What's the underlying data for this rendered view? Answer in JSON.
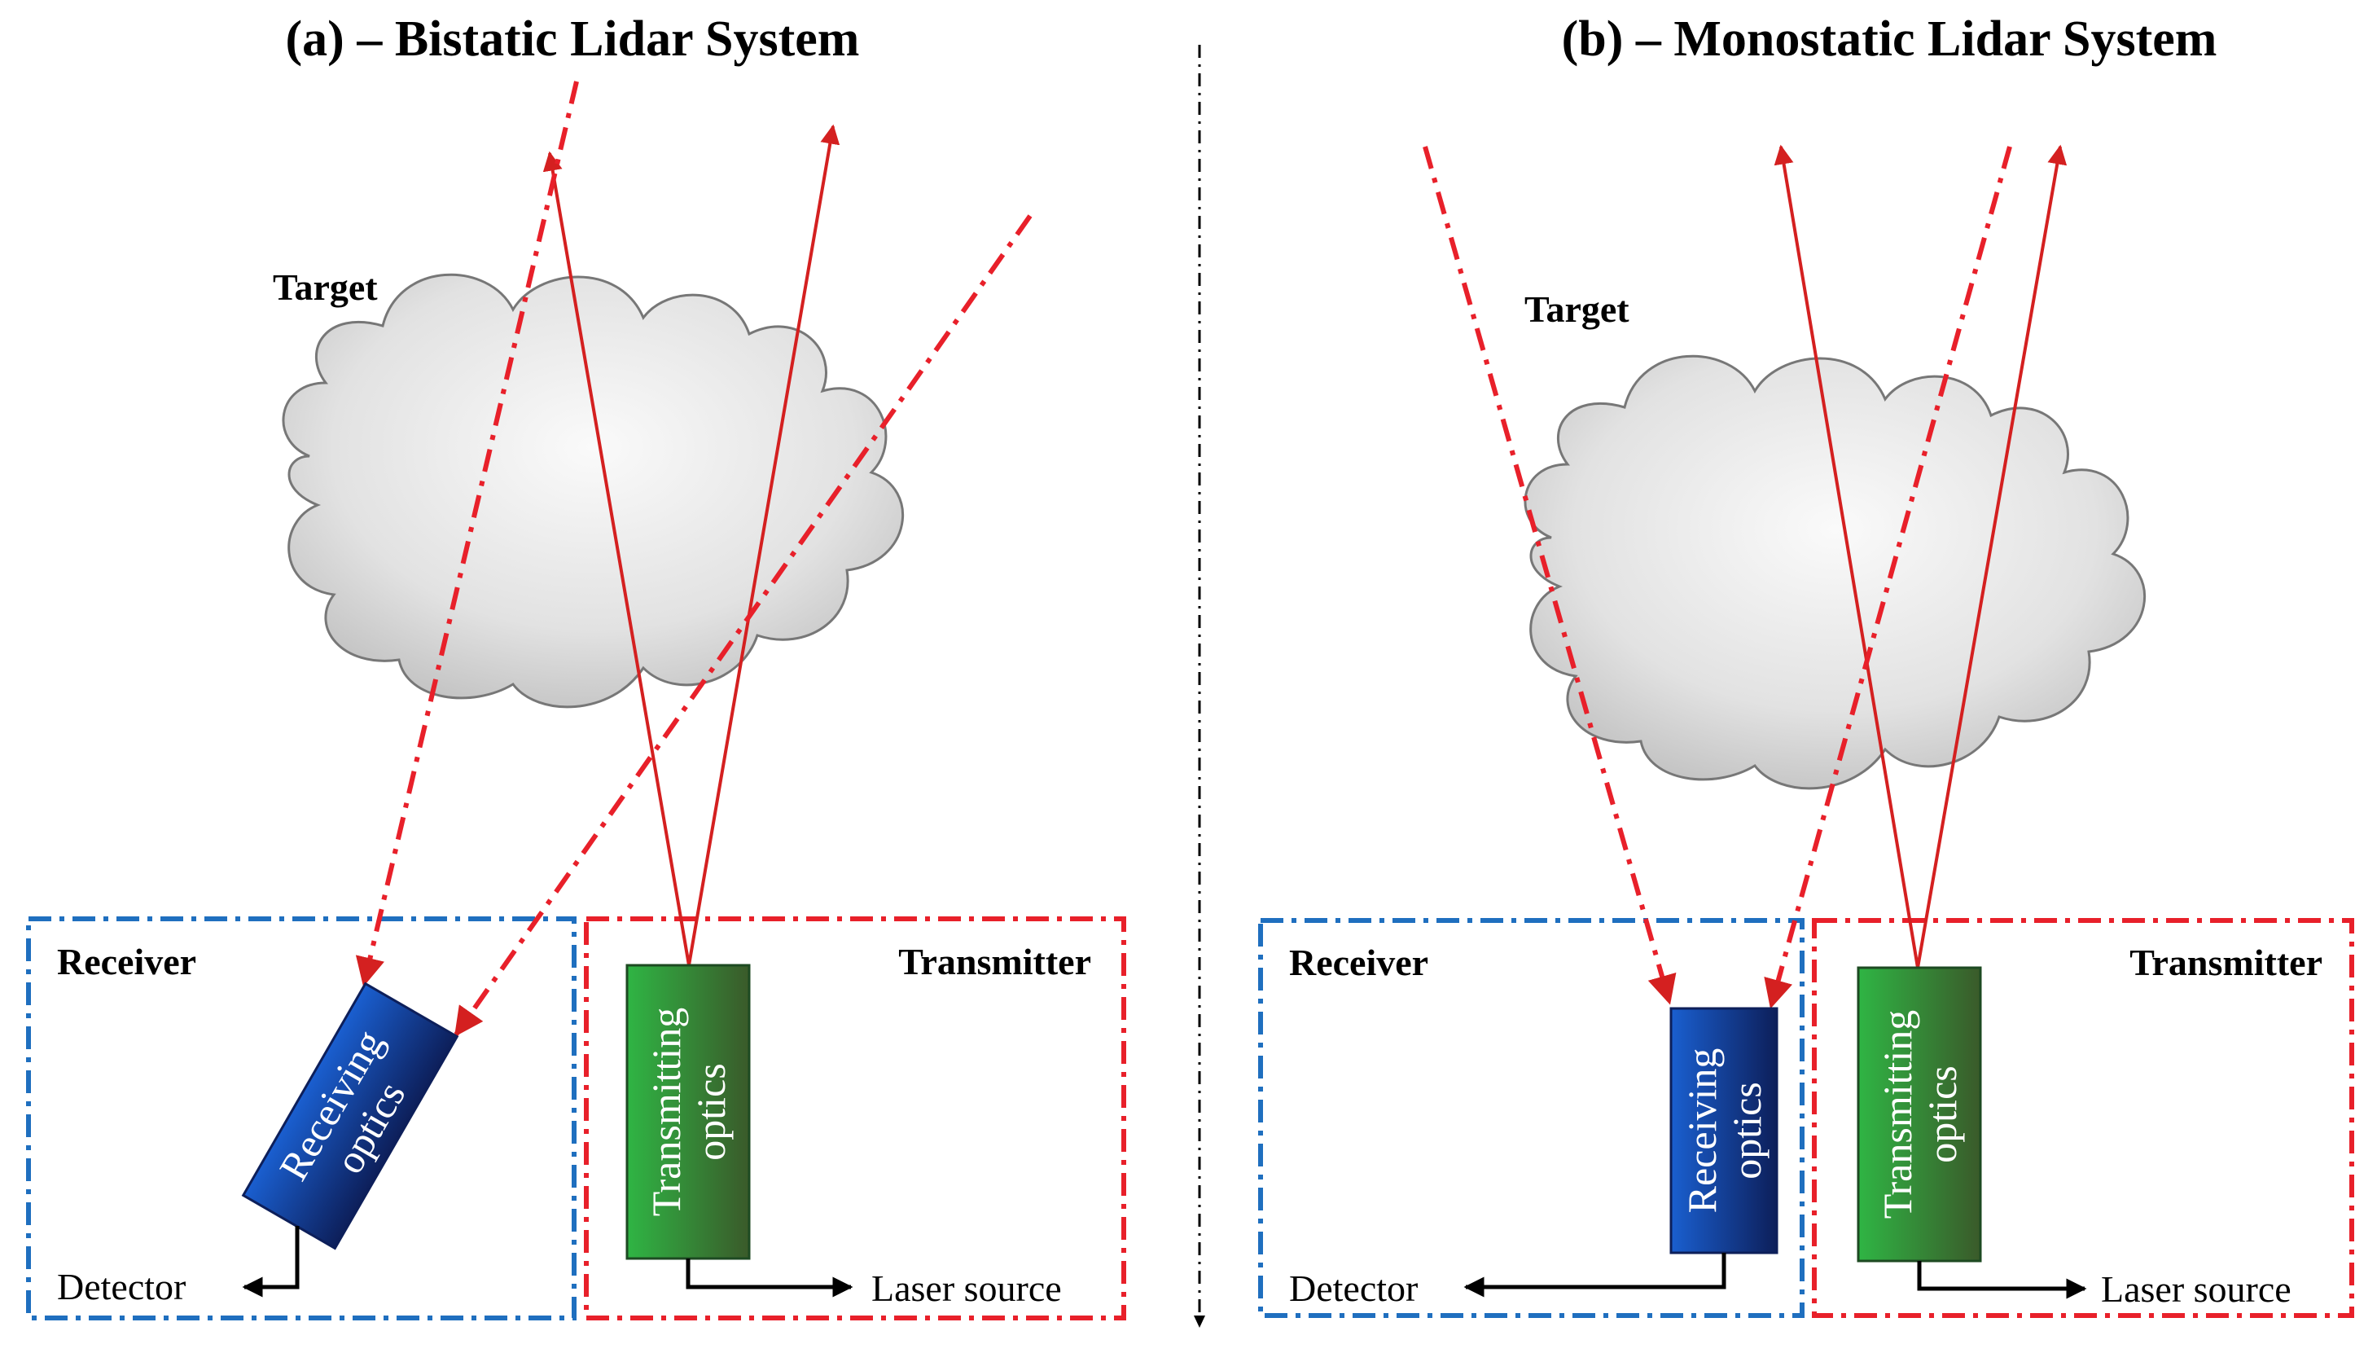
{
  "panel_a": {
    "title": "(a) – Bistatic Lidar System",
    "target_label": "Target",
    "receiver_label": "Receiver",
    "transmitter_label": "Transmitter",
    "receiving_optics_line1": "Receiving",
    "receiving_optics_line2": "optics",
    "transmitting_optics_line1": "Transmitting",
    "transmitting_optics_line2": "optics",
    "detector_label": "Detector",
    "laser_source_label": "Laser source"
  },
  "panel_b": {
    "title": "(b) – Monostatic Lidar System",
    "target_label": "Target",
    "receiver_label": "Receiver",
    "transmitter_label": "Transmitter",
    "receiving_optics_line1": "Receiving",
    "receiving_optics_line2": "optics",
    "transmitting_optics_line1": "Transmitting",
    "transmitting_optics_line2": "optics",
    "detector_label": "Detector",
    "laser_source_label": "Laser source"
  },
  "colors": {
    "receiver_box": "#1f6fbf",
    "transmitter_box": "#e8202a",
    "beam": "#d42020",
    "receiving_optics": "#1646a8",
    "transmitting_optics": "#2c8a36",
    "cloud_fill": "#dcdcdc"
  }
}
